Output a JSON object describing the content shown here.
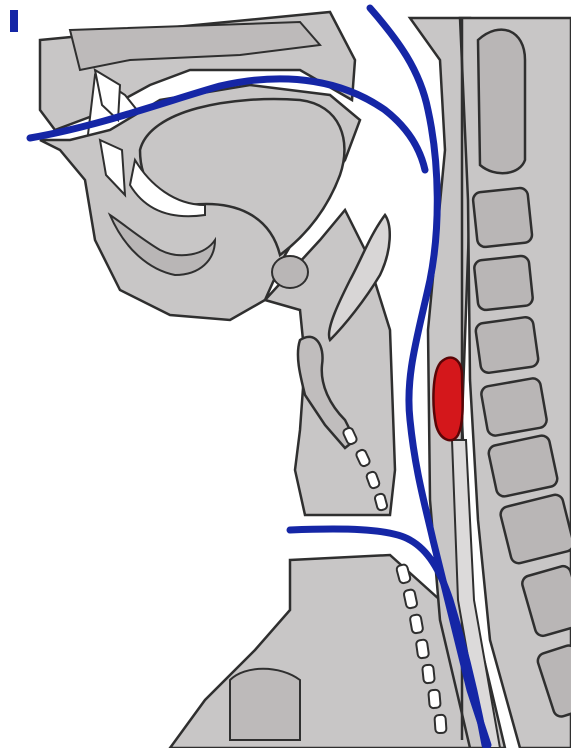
{
  "diagram": {
    "colors": {
      "tissue": "#c8c6c6",
      "bone": "#b9b6b6",
      "outline": "#2f2f2f",
      "airway_line": "#1526a6",
      "lesion": "#d4171b",
      "background": "#ffffff"
    },
    "structures": [
      "skull-base",
      "nasal-cavity",
      "hard-palate",
      "tongue",
      "mandible",
      "hyoid-bone",
      "epiglottis",
      "larynx",
      "trachea",
      "pharynx",
      "cervical-spine",
      "esophagus"
    ],
    "lesion": {
      "label_present": false
    }
  }
}
